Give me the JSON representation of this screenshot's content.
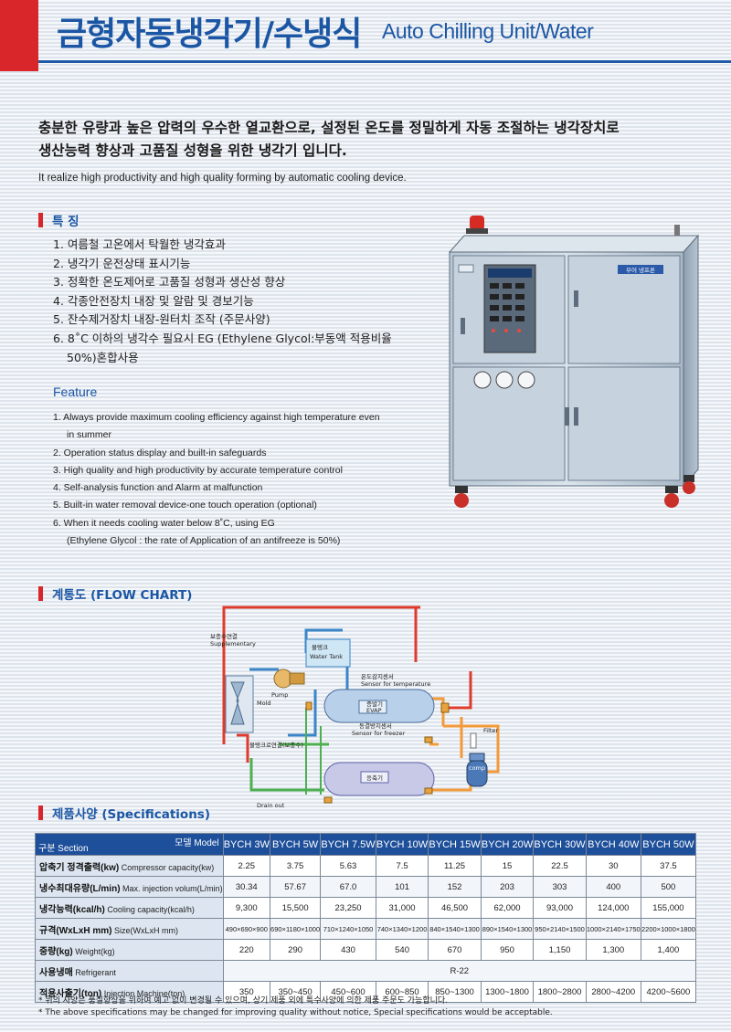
{
  "header": {
    "title_ko": "금형자동냉각기/수냉식",
    "title_en": "Auto Chilling Unit/Water"
  },
  "intro": {
    "ko_line1": "충분한 유량과 높은 압력의 우수한 열교환으로, 설정된 온도를 정밀하게 자동 조절하는 냉각장치로",
    "ko_line2": "생산능력 향상과 고품질 성형을 위한 냉각기 입니다.",
    "en": "It realize high productivity and high quality forming by automatic cooling device."
  },
  "features": {
    "heading": "특 징",
    "ko": [
      "1. 여름철 고온에서 탁월한 냉각효과",
      "2. 냉각기 운전상태 표시기능",
      "3. 정확한 온도제어로 고품질 성형과 생산성 향상",
      "4. 각종안전장치 내장 및 알람 및 경보기능",
      "5. 잔수제거장치 내장-원터치 조작 (주문사양)",
      "6. 8˚C 이하의 냉각수 필요시 EG (Ethylene Glycol:부동액 적용비율"
    ],
    "ko6_cont": "50%)혼합사용",
    "en_heading": "Feature",
    "en": [
      "1. Always provide maximum cooling efficiency against high temperature even",
      "2. Operation status display and built-in safeguards",
      "3. High quality and high productivity by accurate temperature control",
      "4. Self-analysis function and Alarm at malfunction",
      "5. Built-in water removal device-one touch operation (optional)",
      "6. When it needs cooling water below 8˚C, using EG"
    ],
    "en1_cont": "in summer",
    "en6_cont": "(Ethylene Glycol : the rate of Application of an antifreeze is 50%)"
  },
  "machine": {
    "panel_label": "부어 냉프론"
  },
  "flowchart": {
    "heading": "계통도 (FLOW CHART)",
    "labels": {
      "supply_ko": "보충수연결",
      "supply_en": "Supplementary",
      "tank_ko": "물탱크",
      "tank_en": "Water Tank",
      "pump": "Pump",
      "mold": "Mold",
      "temp_ko": "온도감지센서",
      "temp_en": "Sensor for temperature",
      "evap_ko": "증발기",
      "evap_en": "EVAP",
      "freeze_ko": "동결방지센서",
      "freeze_en": "Sensor for freezer",
      "filter": "Filter",
      "tankconn": "물탱크로연결(보충수)",
      "cond_ko": "응축기",
      "comp": "comp",
      "drain": "Drain out"
    }
  },
  "specs": {
    "heading": "제품사양 (Specifications)",
    "corner_section": "구분 Section",
    "corner_model": "모델 Model",
    "models": [
      "BYCH 3W",
      "BYCH 5W",
      "BYCH 7.5W",
      "BYCH 10W",
      "BYCH 15W",
      "BYCH 20W",
      "BYCH 30W",
      "BYCH 40W",
      "BYCH 50W"
    ],
    "rows": [
      {
        "ko": "압축기 정격출력(kw)",
        "en": "Compressor capacity(kw)",
        "values": [
          "2.25",
          "3.75",
          "5.63",
          "7.5",
          "11.25",
          "15",
          "22.5",
          "30",
          "37.5"
        ]
      },
      {
        "ko": "냉수최대유량(L/min)",
        "en": "Max. injection volum(L/min)",
        "values": [
          "30.34",
          "57.67",
          "67.0",
          "101",
          "152",
          "203",
          "303",
          "400",
          "500"
        ]
      },
      {
        "ko": "냉각능력(kcal/h)",
        "en": "Cooling capacity(kcal/h)",
        "values": [
          "9,300",
          "15,500",
          "23,250",
          "31,000",
          "46,500",
          "62,000",
          "93,000",
          "124,000",
          "155,000"
        ]
      },
      {
        "ko": "규격(WxLxH mm)",
        "en": "Size(WxLxH mm)",
        "values": [
          "490×690×900",
          "690×1180×1000",
          "710×1240×1050",
          "740×1340×1200",
          "840×1540×1300",
          "890×1540×1300",
          "950×2140×1500",
          "1000×2140×1750",
          "2200×1000×1800"
        ]
      },
      {
        "ko": "중량(kg)",
        "en": "Weight(kg)",
        "values": [
          "220",
          "290",
          "430",
          "540",
          "670",
          "950",
          "1,150",
          "1,300",
          "1,400"
        ]
      }
    ],
    "refrigerant": {
      "ko": "사용냉매",
      "en": "Refrigerant",
      "value": "R-22"
    },
    "machine_row": {
      "ko": "적용사출기(ton)",
      "en": "Injection Machine(ton)",
      "values": [
        "350",
        "350~450",
        "450~600",
        "600~850",
        "850~1300",
        "1300~1800",
        "1800~2800",
        "2800~4200",
        "4200~5600"
      ]
    }
  },
  "notes": {
    "ko": "* 위의 사양은 품질향상을 위하여 예고 없이 변경될 수 있으며, 상기 제품 외에 특수사양에 의한 제품 주문도 가능합니다.",
    "en": "* The above specifications may be changed for improving quality without notice, Special specifications would be acceptable."
  },
  "colors": {
    "accent_red": "#d8262b",
    "brand_blue": "#1b56a4",
    "table_header": "#1e4f9a",
    "pipe_red": "#e03a2c",
    "pipe_blue": "#3b86c8",
    "pipe_orange": "#f29a3a",
    "pipe_green": "#4caf50"
  }
}
